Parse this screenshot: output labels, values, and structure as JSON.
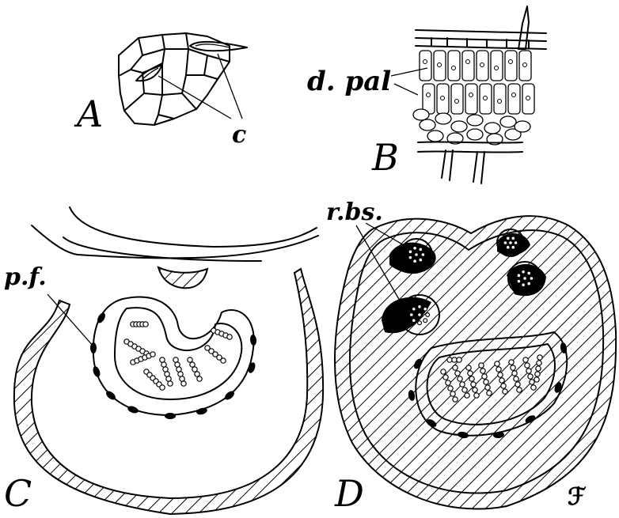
{
  "figures": {
    "A": {
      "label": "A",
      "callout": "c"
    },
    "B": {
      "label": "B",
      "callout": "d. pal"
    },
    "C": {
      "label": "C",
      "callout": "p.f."
    },
    "D": {
      "label": "D",
      "callout": "r.bs."
    }
  },
  "monogram": "ℱ",
  "colors": {
    "ink": "#000000",
    "paper": "#ffffff"
  }
}
